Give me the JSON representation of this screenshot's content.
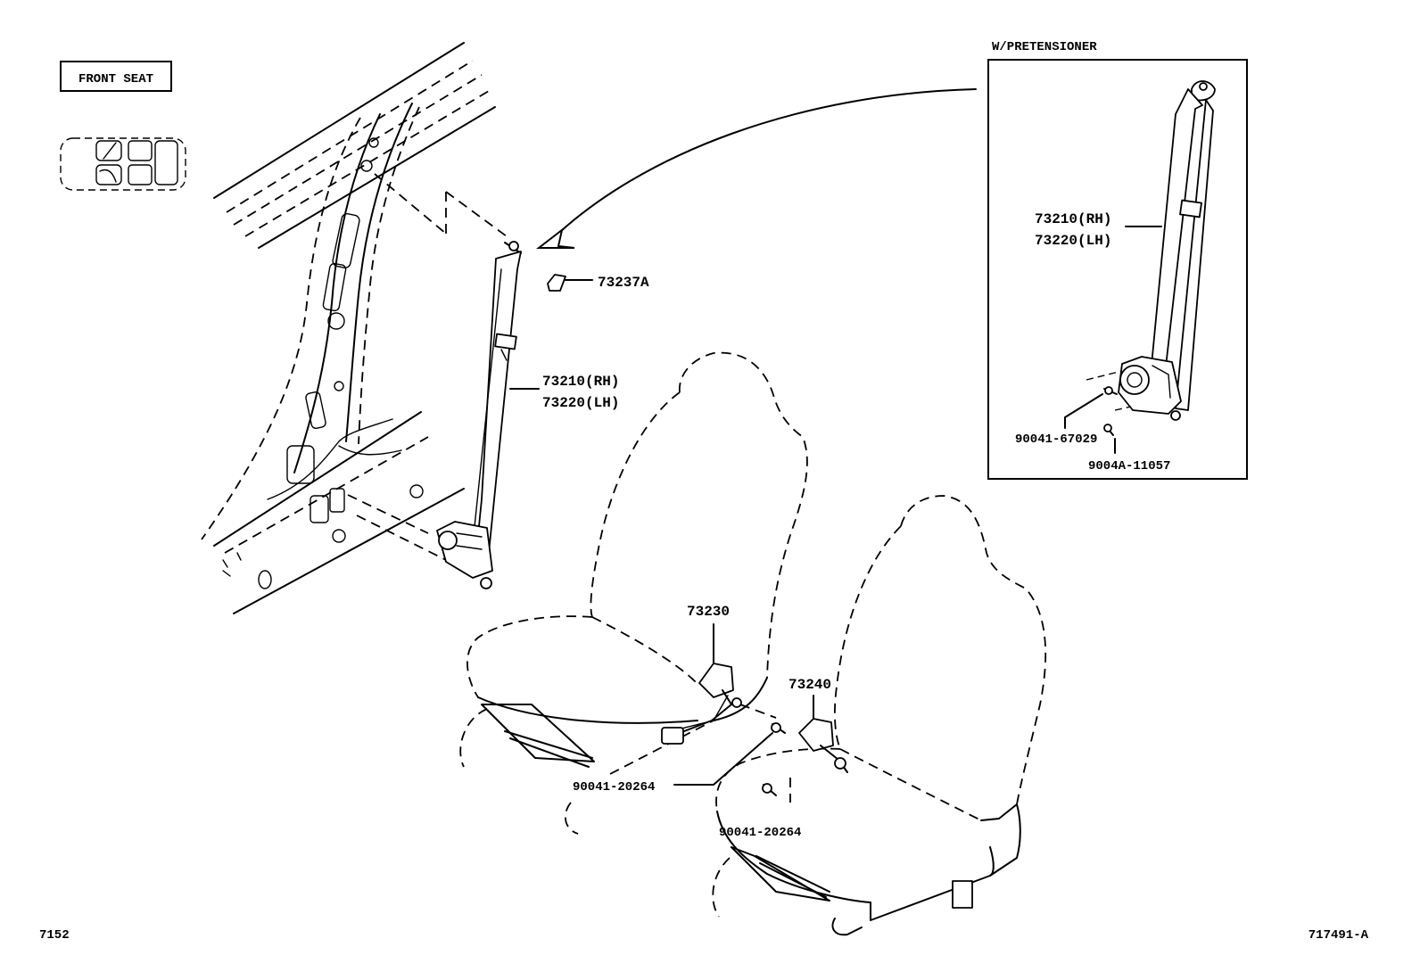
{
  "header": {
    "front_seat_label": "FRONT SEAT"
  },
  "inset": {
    "title": "W/PRETENSIONER"
  },
  "parts": {
    "belt_assembly_rh": "73210(RH)",
    "belt_assembly_lh": "73220(LH)",
    "cover": "73237A",
    "inner_belt_rh": "73230",
    "inner_belt_lh": "73240",
    "bolt_right_seat": "90041-20264",
    "bolt_left_seat": "90041-20264",
    "inset_belt_rh": "73210(RH)",
    "inset_belt_lh": "73220(LH)",
    "inset_bolt_upper": "90041-67029",
    "inset_bolt_lower": "9004A-11057"
  },
  "footer": {
    "page_code": "7152",
    "illustration_id": "717491-A"
  },
  "icons": [
    "seat-layout-icon",
    "pillar-panel",
    "seatbelt-retractor",
    "front-seat-right",
    "front-seat-left",
    "arrow-curve"
  ]
}
